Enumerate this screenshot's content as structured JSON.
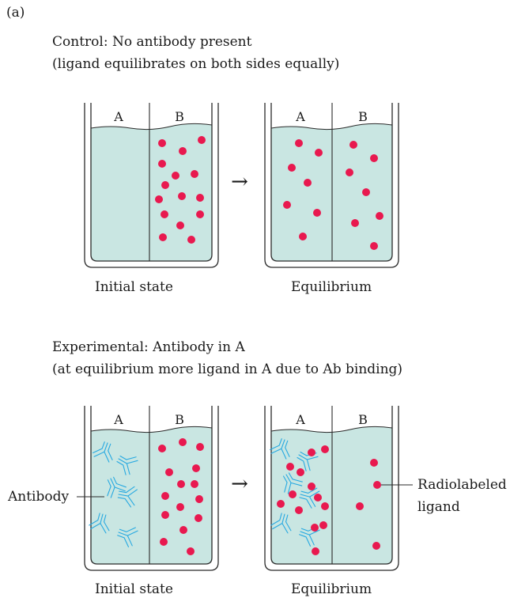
{
  "panel_label": "(a)",
  "control": {
    "title": "Control: No antibody present",
    "subtitle": "(ligand equilibrates on both sides equally)",
    "initial_caption": "Initial state",
    "final_caption": "Equilibrium"
  },
  "experimental": {
    "title": "Experimental: Antibody in A",
    "subtitle": "(at equilibrium more ligand in A due to Ab binding)",
    "initial_caption": "Initial state",
    "final_caption": "Equilibrium"
  },
  "chamber_labels": {
    "a": "A",
    "b": "B"
  },
  "annotations": {
    "antibody": "Antibody",
    "radiolabeled_line1": "Radiolabeled",
    "radiolabeled_line2": "ligand"
  },
  "arrow_glyph": "→",
  "colors": {
    "fluid": "#c9e6e2",
    "ligand": "#e8194f",
    "antibody": "#27a9e1",
    "outline": "#2a2a2a"
  }
}
